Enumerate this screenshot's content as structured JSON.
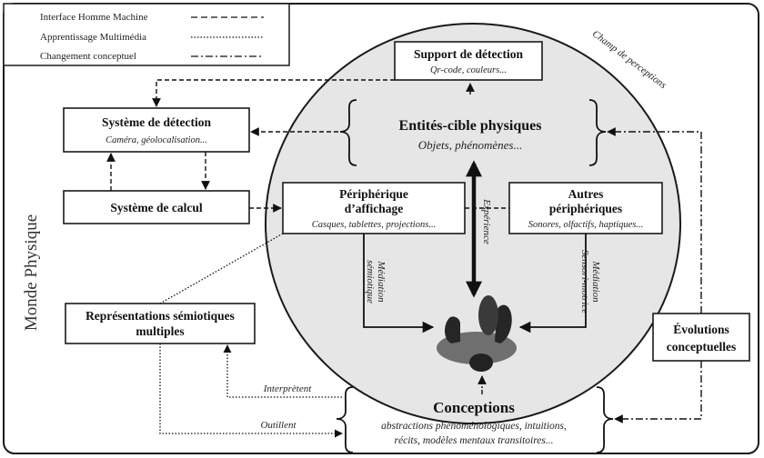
{
  "legend": {
    "items": [
      {
        "label": "Interface Homme Machine"
      },
      {
        "label": "Apprentissage Multimédia"
      },
      {
        "label": "Changement conceptuel"
      }
    ]
  },
  "frame": {
    "side_label": "Monde Physique"
  },
  "ellipse": {
    "label": "Champ de perceptions"
  },
  "boxes": {
    "support": {
      "title": "Support de détection",
      "subtitle": "Qr-code, couleurs..."
    },
    "detection": {
      "title": "Système de détection",
      "subtitle": "Caméra, géolocalisation..."
    },
    "calcul": {
      "title": "Système de calcul"
    },
    "affichage": {
      "title_line1": "Périphérique",
      "title_line2": "d’affichage",
      "subtitle": "Casques, tablettes, projections..."
    },
    "autres": {
      "title_line1": "Autres",
      "title_line2": "périphériques",
      "subtitle": "Sonores, olfactifs, haptiques..."
    },
    "representations": {
      "title_line1": "Représentations sémiotiques",
      "title_line2": "multiples"
    },
    "evolutions": {
      "title_line1": "Évolutions",
      "title_line2": "conceptuelles"
    }
  },
  "entites": {
    "title": "Entités-cible physiques",
    "subtitle": "Objets, phénomènes..."
  },
  "conceptions": {
    "title": "Conceptions",
    "line1": "abstractions phénoménologiques, intuitions,",
    "line2": "récits, modèles mentaux transitoires..."
  },
  "labels": {
    "experience": "Expérience",
    "mediation_semiotique_1": "Médiation",
    "mediation_semiotique_2": "sémiotique",
    "mediation_sensori_1": "Médiation",
    "mediation_sensori_2": "Sensori-motrice",
    "interpretent": "Interprètent",
    "outillent": "Outillent"
  }
}
